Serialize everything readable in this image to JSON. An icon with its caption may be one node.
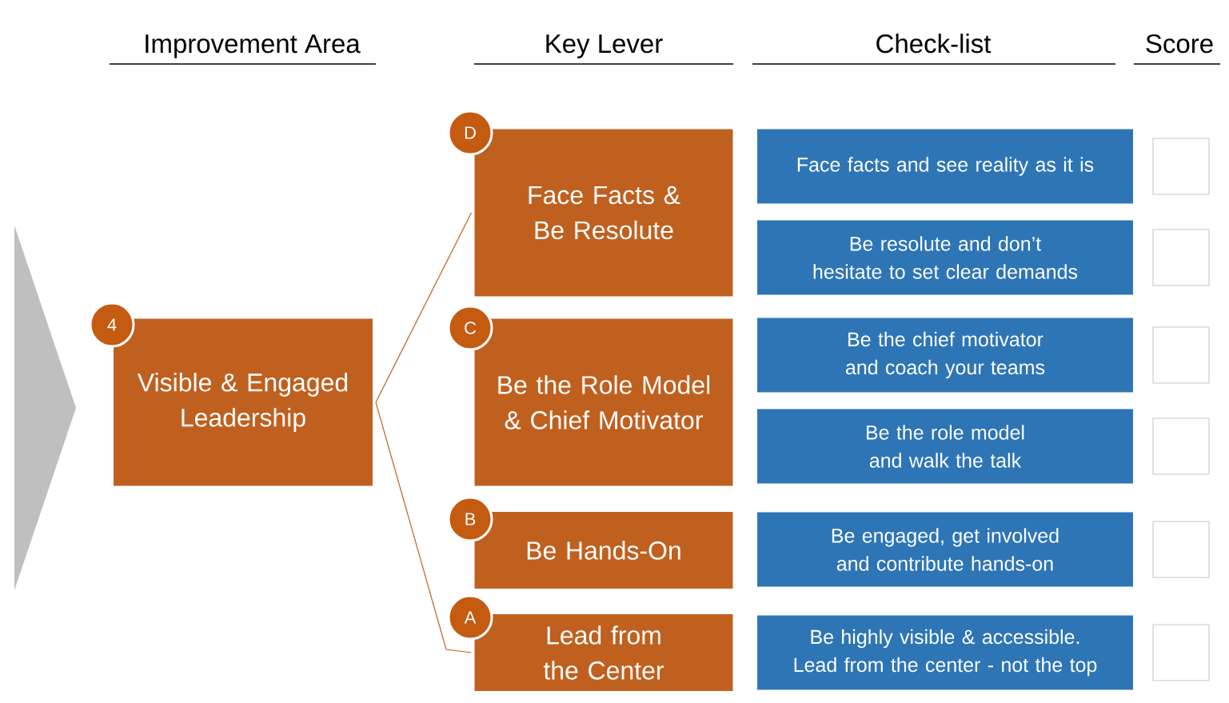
{
  "diagram": {
    "nodes": [
      {
        "text": [
          "4"
        ]
      },
      {
        "text": [
          "Visible & Engaged Leadership"
        ]
      },
      {
        "text": [
          "D"
        ]
      },
      {
        "text": [
          "Face Facts & Be Resolute"
        ]
      },
      {
        "text": [
          "C"
        ]
      },
      {
        "text": [
          "Be the Role Model & Chief Motivator"
        ]
      },
      {
        "text": [
          "B"
        ]
      },
      {
        "text": [
          "Be Hands-On"
        ]
      },
      {
        "text": [
          "A"
        ]
      },
      {
        "text": [
          "Lead from the Center"
        ]
      },
      {
        "text": [
          "Face facts and see reality as it is"
        ]
      },
      {
        "text": [
          "Be resolute and don’t hesitate to set clear demands"
        ]
      },
      {
        "text": [
          "Be the chief motivator and coach your teams"
        ]
      },
      {
        "text": [
          "Be the role model and walk the talk"
        ]
      },
      {
        "text": [
          "Be engaged, get involved and contribute hands-on"
        ]
      },
      {
        "text": [
          "Be highly visible & accessible. Lead from the center - not the top"
        ]
      },
      {
        "text": [],
        "shape": "box"
      },
      {
        "text": [],
        "shape": "box"
      },
      {
        "text": [],
        "shape": "box"
      },
      {
        "text": [],
        "shape": "box"
      },
      {
        "text": [],
        "shape": "box"
      },
      {
        "text": [],
        "shape": "box"
      }
    ],
    "edges": [
      {
        "from": 1,
        "to": 3,
        "arrow": "none"
      },
      {
        "from": 1,
        "to": 9,
        "arrow": "none"
      }
    ],
    "labels": [
      "Improvement Area",
      "Key Lever",
      "Check-list",
      "Score"
    ]
  }
}
